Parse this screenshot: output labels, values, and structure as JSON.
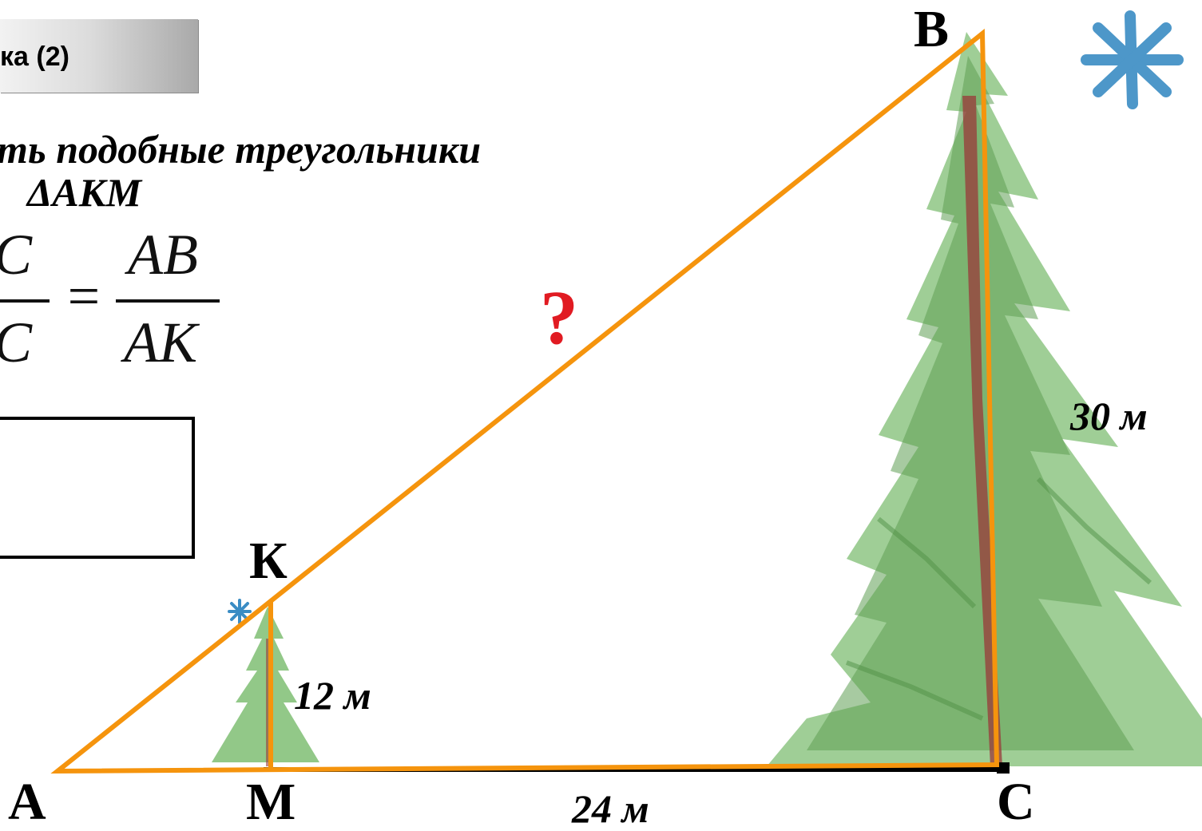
{
  "header": {
    "title_fragment": "ка (2)"
  },
  "task": {
    "line1": "ть подобные треугольники",
    "line2": "ΔАКМ"
  },
  "proportion": {
    "left_numerator": "C",
    "left_denominator": "C",
    "equals": "=",
    "right_numerator": "AB",
    "right_denominator": "AK"
  },
  "points": {
    "A": "А",
    "M": "М",
    "K": "К",
    "B": "В",
    "C": "С"
  },
  "measures": {
    "km": "12 м",
    "mc": "24 м",
    "bc": "30 м"
  },
  "unknown": "?",
  "colors": {
    "triangle": "#f5940d",
    "question": "#e11b22",
    "tree": "#6aaa5c"
  }
}
